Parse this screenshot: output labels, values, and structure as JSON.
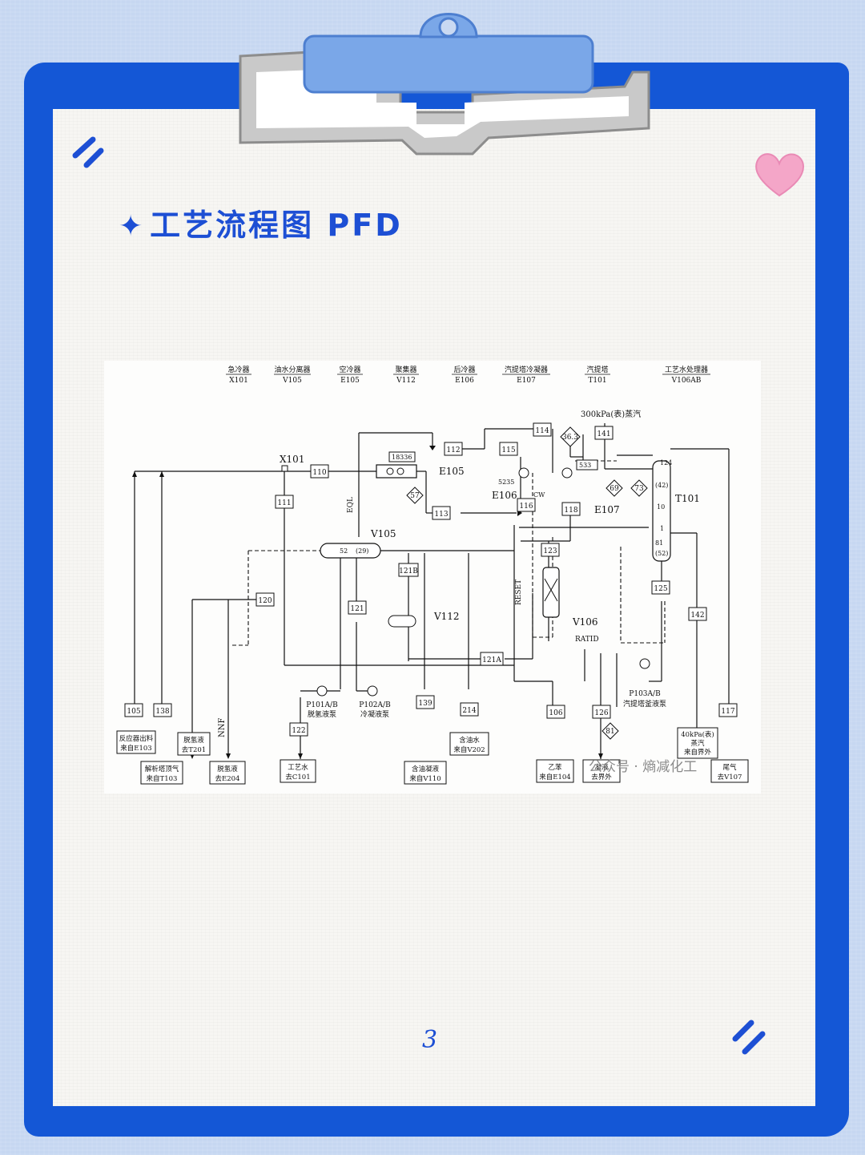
{
  "title": {
    "star": "✦",
    "text": "工艺流程图 PFD"
  },
  "page_number": "3",
  "colors": {
    "board": "#1457d6",
    "paper": "#f7f6f3",
    "title": "#1d4fd4",
    "clip": "#7aa7e8",
    "heart": "#f4a6c8"
  },
  "icons": [
    "heart-icon",
    "slash-mark-icon",
    "clipboard-clip-icon"
  ],
  "diagram": {
    "header": [
      {
        "cn": "急冷器",
        "code": "X101"
      },
      {
        "cn": "油水分离器",
        "code": "V105"
      },
      {
        "cn": "空冷器",
        "code": "E105"
      },
      {
        "cn": "聚集器",
        "code": "V112"
      },
      {
        "cn": "后冷器",
        "code": "E106"
      },
      {
        "cn": "汽提塔冷凝器",
        "code": "E107"
      },
      {
        "cn": "汽提塔",
        "code": "T101"
      },
      {
        "cn": "工艺水处理器",
        "code": "V106AB"
      }
    ],
    "equipment": {
      "x101": "X101",
      "v105": "V105",
      "e105": "E105",
      "e106": "E106",
      "e107": "E107",
      "t101": "T101",
      "v112": "V112",
      "v106": "V106"
    },
    "steam_top": "300kPa(表)蒸汽",
    "streams": [
      "110",
      "111",
      "112",
      "113",
      "114",
      "115",
      "116",
      "118",
      "120",
      "121",
      "121B",
      "121A",
      "122",
      "123",
      "125",
      "141",
      "142"
    ],
    "diamonds": [
      "57",
      "36.3",
      "69",
      "73",
      "81"
    ],
    "instr": [
      "18336",
      "5235",
      "533",
      "(29)",
      "(42)",
      "(52)",
      "81",
      "52"
    ],
    "bottom_boxes": {
      "b105": "105",
      "b138": "138",
      "b139": "139",
      "b214": "214",
      "b106": "106",
      "b126": "126",
      "b117": "117"
    },
    "bottom_labels": {
      "l105a": "反应器出料",
      "l105b": "来自E103",
      "l138a": "解析塔顶气",
      "l138b": "来自T103",
      "lt201a": "脱氢液",
      "lt201b": "去T201",
      "le204a": "脱氢液",
      "le204b": "去E204",
      "lc101a": "工艺水",
      "lc101b": "去C101",
      "lv110a": "含油凝液",
      "lv110b": "来自V110",
      "lv202a": "含油水",
      "lv202b": "来自V202",
      "le104a": "乙苯",
      "le104b": "来自E104",
      "lout_a": "凝液",
      "lout_b": "去界外",
      "lsteam_a": "40kPa(表)",
      "lsteam_b": "蒸汽",
      "lsteam_c": "来自界外",
      "lv107a": "尾气",
      "lv107b": "去V107"
    },
    "pumps": {
      "p101": "P101A/B",
      "p101cn": "脱氢液泵",
      "p102": "P102A/B",
      "p102cn": "冷凝液泵",
      "p103": "P103A/B",
      "p103cn": "汽提塔釜液泵"
    },
    "misc": {
      "eql": "EQL",
      "nnf": "NNF",
      "reset": "RESET",
      "ratid": "RATID",
      "cw": "CW",
      "t1": "1",
      "t10": "10",
      "t124": "124"
    },
    "watermark": "公众号 · 熵减化工"
  }
}
